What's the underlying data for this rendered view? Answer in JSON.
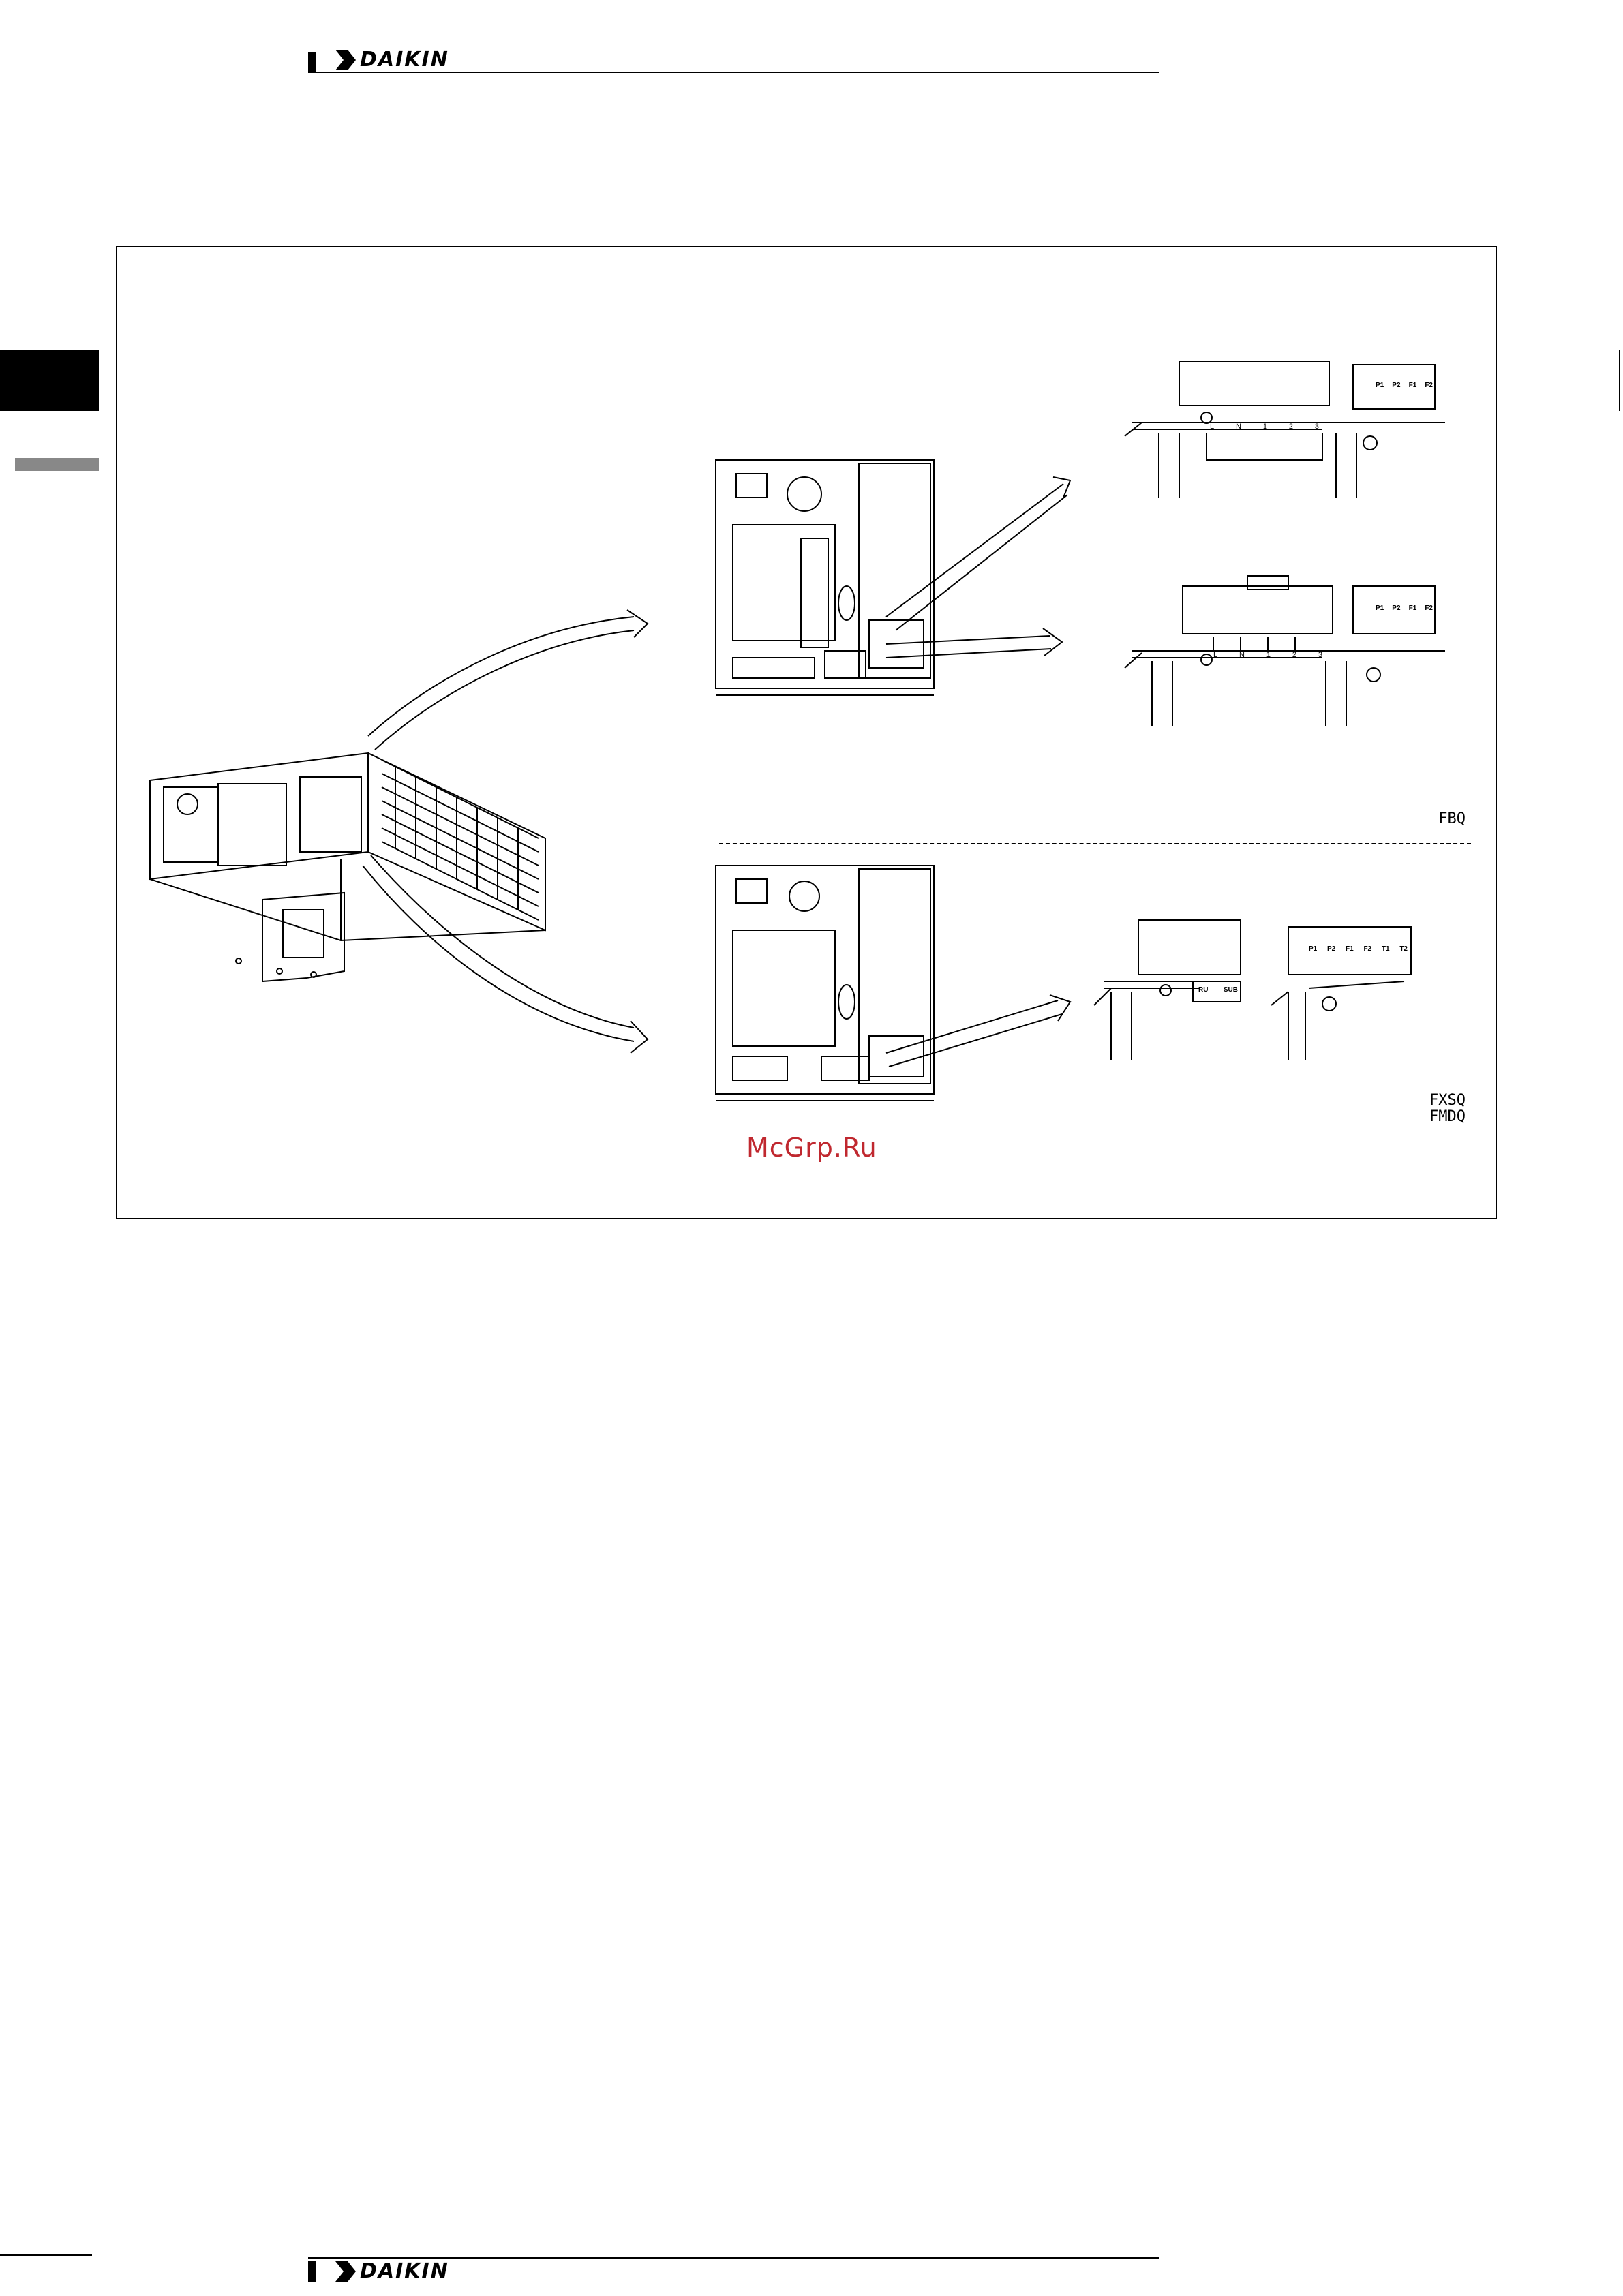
{
  "header": {
    "brand": "DAIKIN"
  },
  "footer": {
    "brand": "DAIKIN"
  },
  "figure": {
    "labels": {
      "fbq": "FBQ",
      "fxsq": "FXSQ",
      "fmdq": "FMDQ"
    },
    "terminal_labels": {
      "power_a": [
        "L",
        "N",
        "1",
        "2",
        "3"
      ],
      "transmission_a": [
        "P1",
        "P2",
        "F1",
        "F2"
      ],
      "power_b": [
        "L",
        "N",
        "1",
        "2",
        "3"
      ],
      "transmission_b": [
        "P1",
        "P2",
        "F1",
        "F2"
      ],
      "power_c": [
        "RU",
        "SUB"
      ],
      "transmission_c": [
        "P1",
        "P2",
        "F1",
        "F2",
        "T1",
        "T2"
      ]
    }
  },
  "watermark": "McGrp.Ru"
}
